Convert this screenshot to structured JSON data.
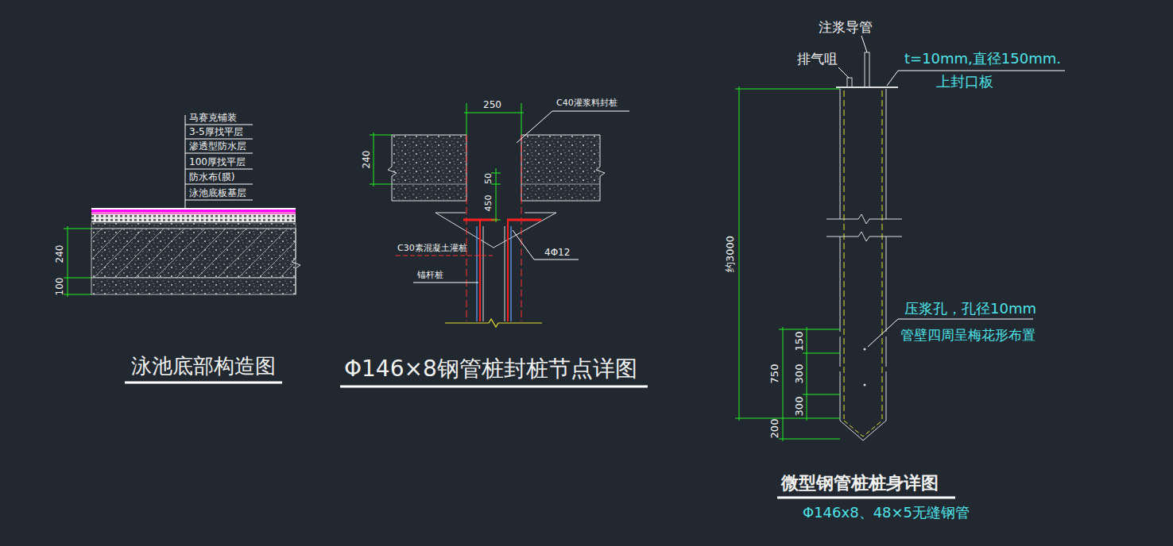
{
  "diagram": {
    "labels": [
      "马赛克铺装",
      "3-5厚找平层",
      "渗透型防水层",
      "100厚找平层",
      "防水布(膜)",
      "泳池底板基层",
      "240",
      "100",
      "泳池底部构造图",
      "250",
      "C40灌浆料封桩",
      "240",
      "50",
      "450",
      "C30素混凝土灌桩",
      "4Φ12",
      "锚杆桩",
      "Φ146×8钢管桩封桩节点详图",
      "注浆导管",
      "排气咀",
      "t=10mm,直径150mm.",
      "上封口板",
      "约3000",
      "压浆孔，孔径10mm",
      "管壁四周呈梅花形布置",
      "750",
      "150",
      "300",
      "300",
      "200",
      "微型钢管桩桩身详图",
      "Φ146x8、48×5无缝钢管"
    ]
  }
}
